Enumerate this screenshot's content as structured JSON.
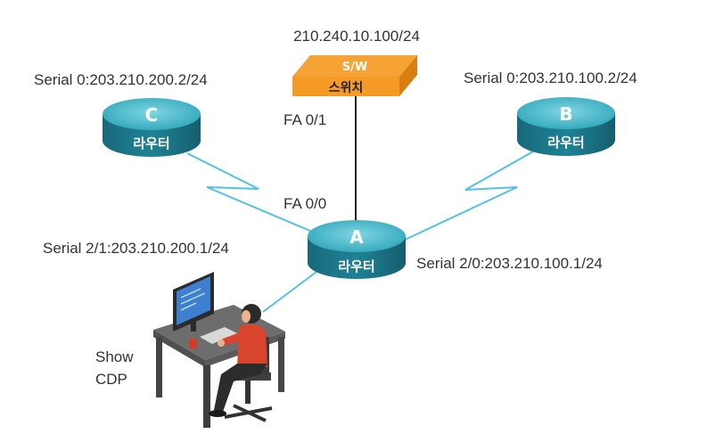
{
  "switch": {
    "ip": "210.240.10.100/24",
    "top_label": "S/W",
    "front_label": "스위치",
    "port_label": "FA 0/1"
  },
  "router_a": {
    "name": "A",
    "label": "라우터",
    "port_label": "FA 0/0",
    "serial_left": "Serial 2/1:203.210.200.1/24",
    "serial_right": "Serial 2/0:203.210.100.1/24"
  },
  "router_b": {
    "name": "B",
    "label": "라우터",
    "serial": "Serial 0:203.210.100.2/24"
  },
  "router_c": {
    "name": "C",
    "label": "라우터",
    "serial": "Serial 0:203.210.200.2/24"
  },
  "workstation": {
    "command_line1": "Show",
    "command_line2": "CDP"
  },
  "colors": {
    "link": "#4fc3e6",
    "router_top": "#3fb3c6",
    "router_body": "#1d7a8c",
    "switch_top": "#f7a234",
    "switch_front": "#f49a25",
    "switch_side": "#d97e12"
  }
}
